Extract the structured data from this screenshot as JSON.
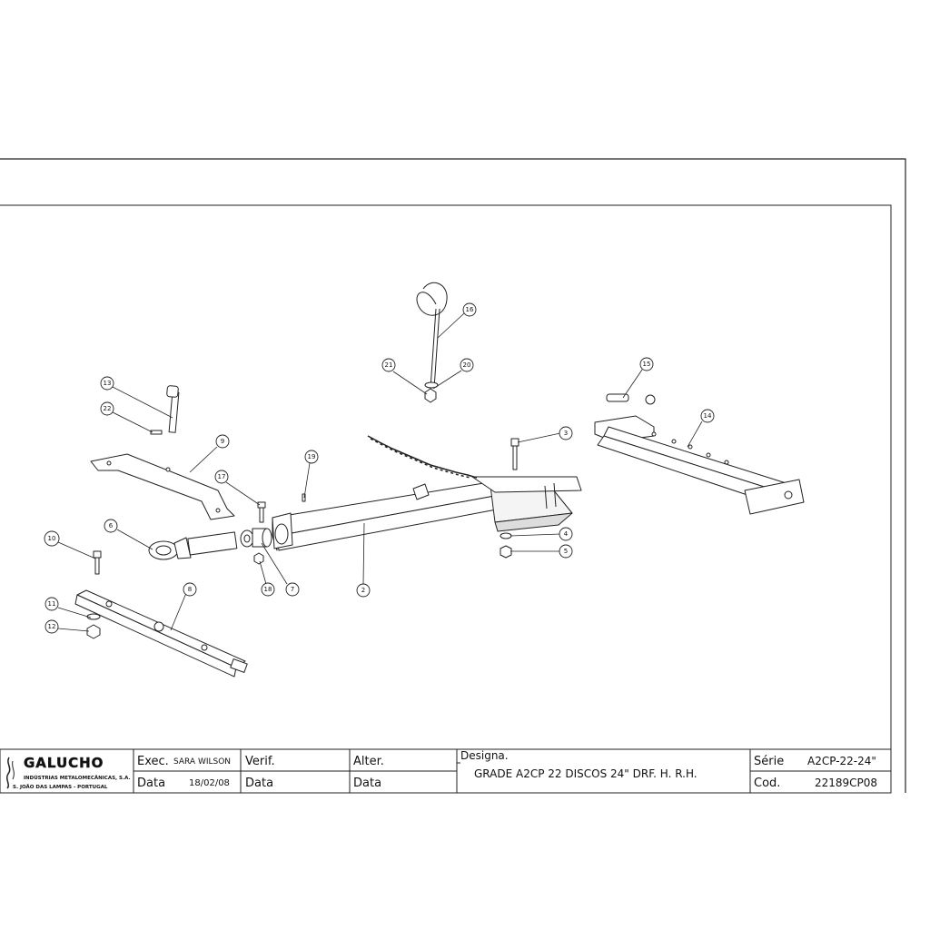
{
  "title_block": {
    "company": {
      "name": "GALUCHO",
      "line1": "INDÚSTRIAS METALOMECÂNICAS, S.A.",
      "line2": "S. JOÃO DAS LAMPAS - PORTUGAL"
    },
    "exec_label": "Exec.",
    "exec_value": "SARA WILSON",
    "verif_label": "Verif.",
    "alter_label": "Alter.",
    "designa_label": "Designa.",
    "designa_value": "GRADE A2CP 22 DISCOS 24\" DRF. H. R.H.",
    "data_label": "Data",
    "data_value": "18/02/08",
    "verif_data_label": "Data",
    "alter_data_label": "Data",
    "serie_label": "Série",
    "serie_value": "A2CP-22-24\"",
    "cod_label": "Cod.",
    "cod_value": "22189CP08"
  },
  "callouts": [
    "2",
    "3",
    "4",
    "5",
    "6",
    "7",
    "8",
    "9",
    "10",
    "11",
    "12",
    "13",
    "14",
    "15",
    "16",
    "17",
    "18",
    "19",
    "20",
    "21",
    "22"
  ]
}
